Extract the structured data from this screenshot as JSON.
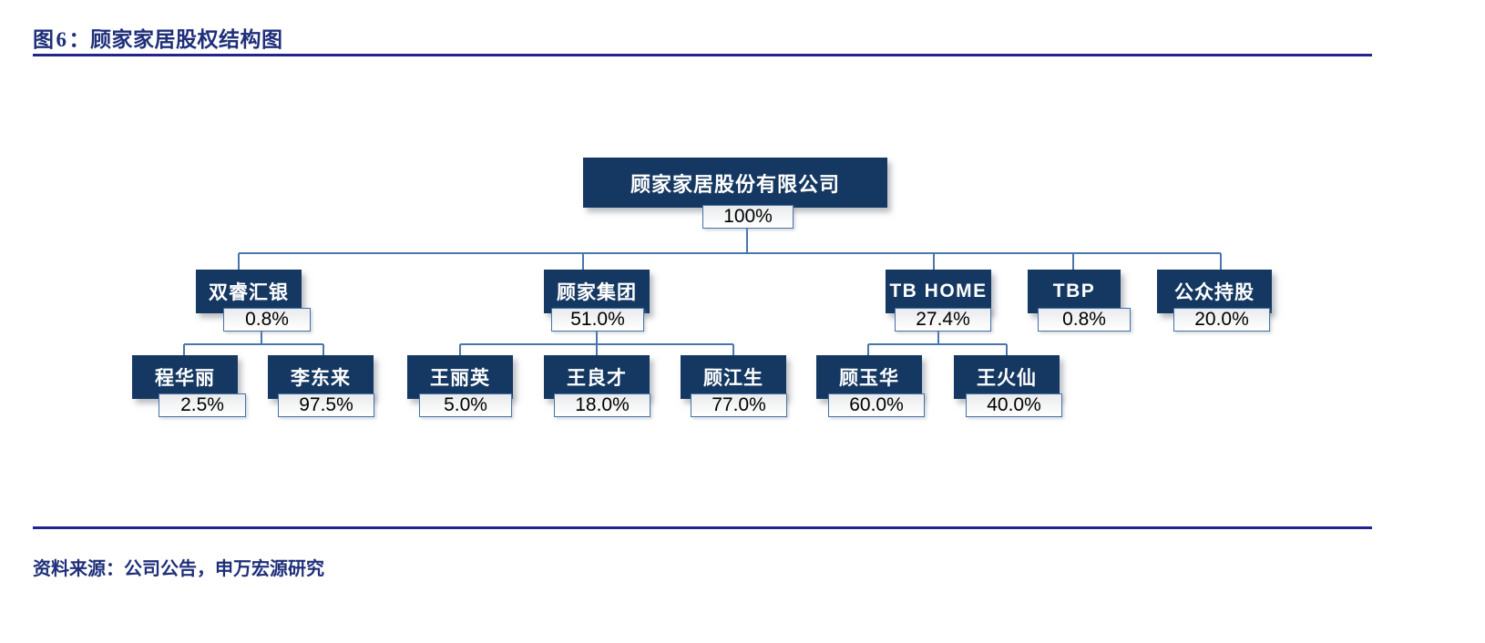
{
  "header": {
    "figure_label": "图",
    "figure_number": "6",
    "separator": "：",
    "title": "顾家家居股权结构图",
    "rule_color": "#23228f",
    "title_color": "#1f2f7a"
  },
  "footer": {
    "source_note": "资料来源：公司公告，申万宏源研究"
  },
  "theme": {
    "node_fill": "#153862",
    "node_text": "#ffffff",
    "connector_color": "#4a76ab",
    "pct_border": "#4472a8",
    "page_background": "#ffffff"
  },
  "chart_data": {
    "type": "diagram",
    "subtype": "ownership-structure-tree",
    "title": "顾家家居股权结构图",
    "edge_label_unit": "%",
    "nodes": [
      {
        "id": "gujia_home",
        "label": "顾家家居股份有限公司",
        "level": 0,
        "script": "cn"
      },
      {
        "id": "shuangrui",
        "label": "双睿汇银",
        "level": 1,
        "script": "cn"
      },
      {
        "id": "gujia_group",
        "label": "顾家集团",
        "level": 1,
        "script": "cn"
      },
      {
        "id": "tb_home",
        "label": "TB HOME",
        "level": 1,
        "script": "latin"
      },
      {
        "id": "tbp",
        "label": "TBP",
        "level": 1,
        "script": "latin"
      },
      {
        "id": "public",
        "label": "公众持股",
        "level": 1,
        "script": "cn"
      },
      {
        "id": "cheng_huali",
        "label": "程华丽",
        "level": 2,
        "script": "cn"
      },
      {
        "id": "li_donglai",
        "label": "李东来",
        "level": 2,
        "script": "cn"
      },
      {
        "id": "wang_liying",
        "label": "王丽英",
        "level": 2,
        "script": "cn"
      },
      {
        "id": "wang_liangcai",
        "label": "王良才",
        "level": 2,
        "script": "cn"
      },
      {
        "id": "gu_jiangsheng",
        "label": "顾江生",
        "level": 2,
        "script": "cn"
      },
      {
        "id": "gu_yuhua",
        "label": "顾玉华",
        "level": 2,
        "script": "cn"
      },
      {
        "id": "wang_huoxian",
        "label": "王火仙",
        "level": 2,
        "script": "cn"
      }
    ],
    "edges": [
      {
        "from": "gujia_home",
        "to": "__level1_bus__",
        "label": "100%",
        "value": 100.0
      },
      {
        "from": "shuangrui",
        "to": "gujia_home",
        "label": "0.8%",
        "value": 0.8
      },
      {
        "from": "gujia_group",
        "to": "gujia_home",
        "label": "51.0%",
        "value": 51.0
      },
      {
        "from": "tb_home",
        "to": "gujia_home",
        "label": "27.4%",
        "value": 27.4
      },
      {
        "from": "tbp",
        "to": "gujia_home",
        "label": "0.8%",
        "value": 0.8
      },
      {
        "from": "public",
        "to": "gujia_home",
        "label": "20.0%",
        "value": 20.0
      },
      {
        "from": "cheng_huali",
        "to": "shuangrui",
        "label": "2.5%",
        "value": 2.5
      },
      {
        "from": "li_donglai",
        "to": "shuangrui",
        "label": "97.5%",
        "value": 97.5
      },
      {
        "from": "wang_liying",
        "to": "gujia_group",
        "label": "5.0%",
        "value": 5.0
      },
      {
        "from": "wang_liangcai",
        "to": "gujia_group",
        "label": "18.0%",
        "value": 18.0
      },
      {
        "from": "gu_jiangsheng",
        "to": "gujia_group",
        "label": "77.0%",
        "value": 77.0
      },
      {
        "from": "gu_yuhua",
        "to": "tb_home",
        "label": "60.0%",
        "value": 60.0
      },
      {
        "from": "wang_huoxian",
        "to": "tb_home",
        "label": "40.0%",
        "value": 40.0
      }
    ]
  },
  "boxes": {
    "root": {
      "label": "顾家家居股份有限公司",
      "pct": "100%"
    },
    "shuangrui": {
      "label": "双睿汇银",
      "pct": "0.8%"
    },
    "gujia_group": {
      "label": "顾家集团",
      "pct": "51.0%"
    },
    "tb_home": {
      "label": "TB HOME",
      "pct": "27.4%"
    },
    "tbp": {
      "label": "TBP",
      "pct": "0.8%"
    },
    "public": {
      "label": "公众持股",
      "pct": "20.0%"
    },
    "cheng_huali": {
      "label": "程华丽",
      "pct": "2.5%"
    },
    "li_donglai": {
      "label": "李东来",
      "pct": "97.5%"
    },
    "wang_liying": {
      "label": "王丽英",
      "pct": "5.0%"
    },
    "wang_liangcai": {
      "label": "王良才",
      "pct": "18.0%"
    },
    "gu_jiangsheng": {
      "label": "顾江生",
      "pct": "77.0%"
    },
    "gu_yuhua": {
      "label": "顾玉华",
      "pct": "60.0%"
    },
    "wang_huoxian": {
      "label": "王火仙",
      "pct": "40.0%"
    }
  }
}
